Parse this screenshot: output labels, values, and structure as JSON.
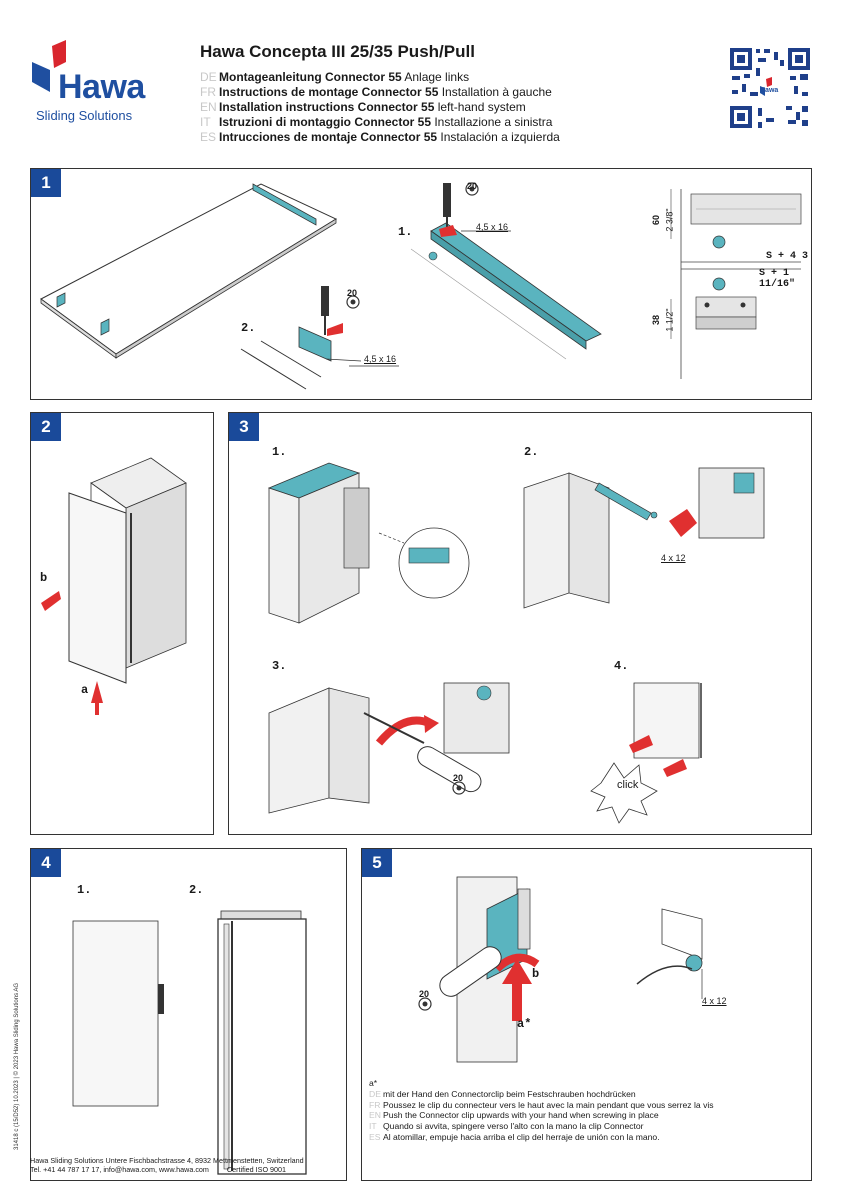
{
  "header": {
    "logo_name": "Hawa",
    "logo_sub": "Sliding Solutions",
    "title": "Hawa Concepta III 25/35 Push/Pull",
    "languages": [
      {
        "code": "DE",
        "bold": "Montageanleitung Connector 55",
        "rest": " Anlage links"
      },
      {
        "code": "FR",
        "bold": "Instructions de montage Connector 55",
        "rest": " Installation à gauche"
      },
      {
        "code": "EN",
        "bold": "Installation instructions Connector 55",
        "rest": " left-hand system"
      },
      {
        "code": "IT",
        "bold": "Istruzioni di montaggio Connector 55",
        "rest": " Installazione a sinistra"
      },
      {
        "code": "ES",
        "bold": "Intrucciones de montaje Connector 55",
        "rest": " Instalación a izquierda"
      }
    ],
    "qr_logo": "Hawa"
  },
  "step1": {
    "num": "1",
    "sub1": "1.",
    "sub2": "2.",
    "torx1": "20",
    "torx2": "20",
    "screw1": "4,5 x 16",
    "screw2": "4,5 x 16",
    "dim_60": "60",
    "dim_60in": "2 3/8\"",
    "dim_38": "38",
    "dim_38in": "1 1/2\"",
    "dim_s43": "S + 4 3",
    "dim_s1": "S + 1 11/16\""
  },
  "step2": {
    "num": "2",
    "b": "b",
    "a": "a"
  },
  "step3": {
    "num": "3",
    "sub1": "1.",
    "sub2": "2.",
    "sub3": "3.",
    "sub4": "4.",
    "screw": "4 x 12",
    "torx": "20",
    "click": "click"
  },
  "step4": {
    "num": "4",
    "sub1": "1.",
    "sub2": "2."
  },
  "step5": {
    "num": "5",
    "b": "b",
    "a": "a*",
    "torx": "20",
    "screw": "4 x 12",
    "note_head": "a*",
    "notes": [
      {
        "code": "DE",
        "text": "mit der Hand den Connectorclip beim Festschrauben hochdrücken"
      },
      {
        "code": "FR",
        "text": "Poussez le clip du connecteur vers le haut avec la main pendant que vous serrez la vis"
      },
      {
        "code": "EN",
        "text": "Push the Connector clip upwards with your hand when screwing in place"
      },
      {
        "code": "IT",
        "text": "Quando si avvita, spingere verso l'alto con la mano la clip Connector"
      },
      {
        "code": "ES",
        "text": "Al atomillar, empuje hacia arriba el clip del herraje de unión con la mano."
      }
    ]
  },
  "footer": {
    "line1": "Hawa Sliding Solutions Untere Fischbachstrasse 4, 8932 Mettmenstetten, Switzerland",
    "line2": "Tel. +41 44 787 17 17, info@hawa.com, www.hawa.com",
    "cert": "Certified ISO 9001",
    "side": "31418 c (15/D52) 10.2023 | © 2023 Hawa Sliding Solutions AG"
  },
  "colors": {
    "brand_blue": "#1a4a9a",
    "arrow_red": "#e03030",
    "teal": "#5ab4bf"
  }
}
